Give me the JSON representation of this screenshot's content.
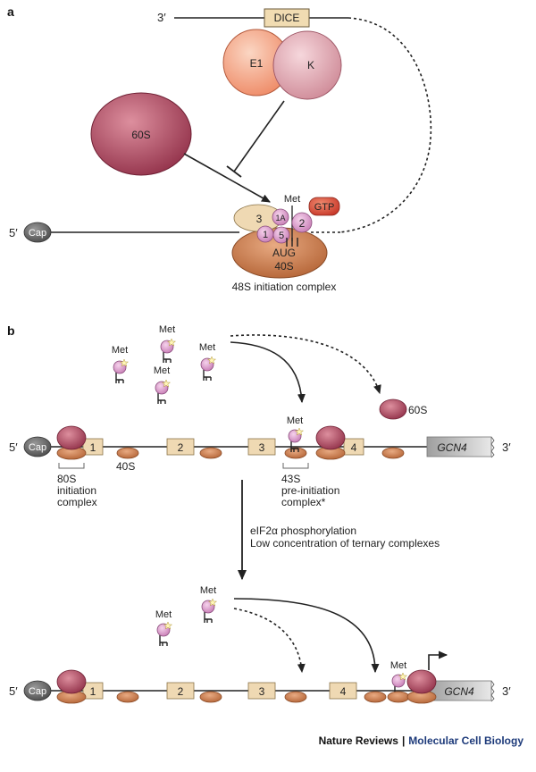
{
  "panel_a": {
    "letter": "a",
    "end_3prime": "3′",
    "end_5prime": "5′",
    "dice": "DICE",
    "e1": "E1",
    "k": "K",
    "ribosome_60s": "60S",
    "cap": "Cap",
    "met": "Met",
    "gtp": "GTP",
    "factor_3": "3",
    "factor_1a": "1A",
    "factor_2": "2",
    "factor_1": "1",
    "factor_5": "5",
    "aug": "AUG",
    "ribosome_40s": "40S",
    "complex_label": "48S initiation complex"
  },
  "panel_b": {
    "letter": "b",
    "met_tags": [
      "Met",
      "Met",
      "Met",
      "Met",
      "Met",
      "Met",
      "Met",
      "Met"
    ],
    "ribosome_60s": "60S",
    "end_5prime": "5′",
    "end_3prime": "3′",
    "cap": "Cap",
    "orfs_top": [
      "1",
      "2",
      "3",
      "4"
    ],
    "orfs_bottom": [
      "1",
      "2",
      "3",
      "4"
    ],
    "gene": "GCN4",
    "label_40s": "40S",
    "label_80s_lines": [
      "80S",
      "initiation",
      "complex"
    ],
    "label_43s_lines": [
      "43S",
      "pre-initiation",
      "complex*"
    ],
    "condition_lines": [
      "eIF2α phosphorylation",
      "Low concentration of ternary complexes"
    ]
  },
  "credit": {
    "journal": "Nature Reviews",
    "separator": "|",
    "subtitle": "Molecular Cell Biology"
  }
}
